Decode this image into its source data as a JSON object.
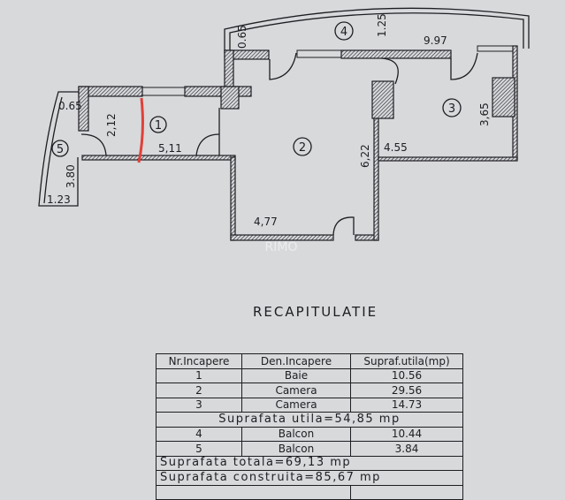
{
  "plan": {
    "rooms": [
      "1",
      "2",
      "3",
      "4",
      "5"
    ],
    "dimensions": {
      "d_065_top": "0.65",
      "d_125": "1.25",
      "d_997": "9.97",
      "d_065_left": "0.65",
      "d_212": "2,12",
      "d_511": "5,11",
      "d_380": "3.80",
      "d_123": "1.23",
      "d_622": "6,22",
      "d_455": "4.55",
      "d_365": "3,65",
      "d_477": "4,77"
    },
    "watermark": "RIMO",
    "marker_color": "#e0403a"
  },
  "summary": {
    "title": "RECAPITULATIE",
    "headers": [
      "Nr.Incapere",
      "Den.Incapere",
      "Supraf.utila(mp)"
    ],
    "rows": [
      [
        "1",
        "Baie",
        "10.56"
      ],
      [
        "2",
        "Camera",
        "29.56"
      ],
      [
        "3",
        "Camera",
        "14.73"
      ]
    ],
    "useful_total": "Suprafata utila=54,85 mp",
    "balcony_rows": [
      [
        "4",
        "Balcon",
        "10.44"
      ],
      [
        "5",
        "Balcon",
        "3.84"
      ]
    ],
    "total": "Suprafata totala=69,13 mp",
    "built": "Suprafata construita=85,67 mp"
  }
}
